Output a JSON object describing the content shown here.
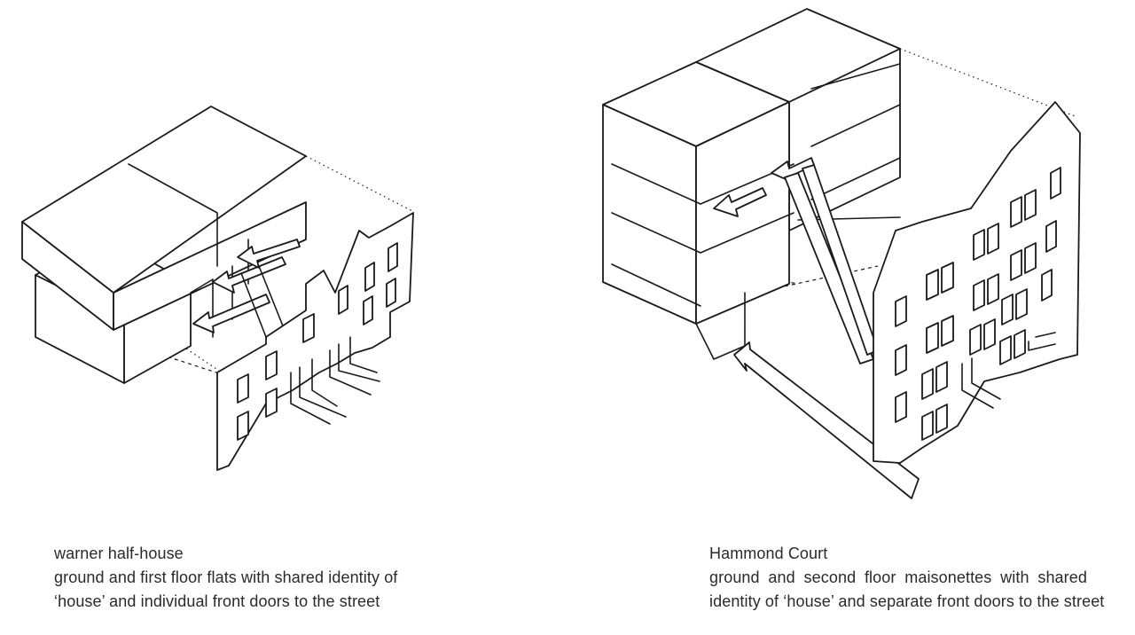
{
  "diagrams": [
    {
      "id": "left",
      "caption": {
        "title": "warner half-house",
        "line1": "ground and first floor flats with shared identity of",
        "line2": "‘house’ and individual front doors to the street"
      }
    },
    {
      "id": "right",
      "caption": {
        "title": "Hammond Court",
        "line1": "ground and second floor maisonettes with shared",
        "line2": "identity of ‘house’ and separate front doors to the street"
      }
    }
  ]
}
